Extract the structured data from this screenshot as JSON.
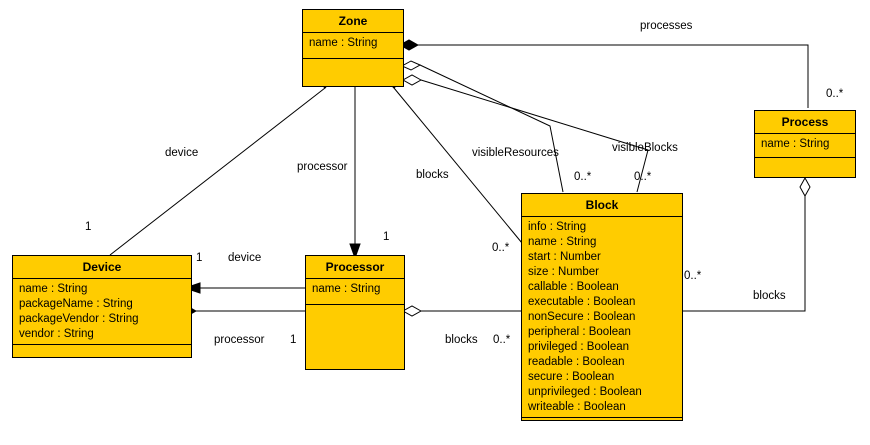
{
  "diagram": {
    "type": "uml-class-diagram",
    "background": "#ffffff",
    "class_fill": "#FFCC00",
    "line_color": "#000000"
  },
  "classes": {
    "zone": {
      "name": "Zone",
      "attributes": [
        "name : String"
      ],
      "operations": []
    },
    "device": {
      "name": "Device",
      "attributes": [
        "name : String",
        "packageName : String",
        "packageVendor : String",
        "vendor : String"
      ],
      "operations": []
    },
    "processor": {
      "name": "Processor",
      "attributes": [
        "name : String"
      ],
      "operations": []
    },
    "block": {
      "name": "Block",
      "attributes": [
        "info : String",
        "name : String",
        "start : Number",
        "size : Number",
        "callable : Boolean",
        "executable : Boolean",
        "nonSecure : Boolean",
        "peripheral : Boolean",
        "privileged : Boolean",
        "readable : Boolean",
        "secure : Boolean",
        "unprivileged : Boolean",
        "writeable : Boolean"
      ],
      "operations": []
    },
    "process": {
      "name": "Process",
      "attributes": [
        "name : String"
      ],
      "operations": []
    }
  },
  "associations": {
    "zone_processes_process": {
      "label": "processes",
      "target_multiplicity": "0..*"
    },
    "zone_device_device": {
      "label": "device",
      "target_multiplicity": "1"
    },
    "zone_processor_processor": {
      "label": "processor",
      "target_multiplicity": "1"
    },
    "zone_blocks_block": {
      "label": "blocks",
      "target_multiplicity": "0..*"
    },
    "zone_visibleresources_block": {
      "label": "visibleResources",
      "target_multiplicity": "0..*"
    },
    "zone_visibleblocks_block": {
      "label": "visibleBlocks",
      "target_multiplicity": "0..*"
    },
    "processor_device_device": {
      "label": "device",
      "target_multiplicity": "1"
    },
    "device_processor_processor": {
      "label": "processor",
      "target_multiplicity": "1"
    },
    "processor_blocks_block": {
      "label": "blocks",
      "target_multiplicity": "0..*"
    },
    "process_blocks_block": {
      "label": "blocks",
      "target_multiplicity": "0..*"
    }
  }
}
